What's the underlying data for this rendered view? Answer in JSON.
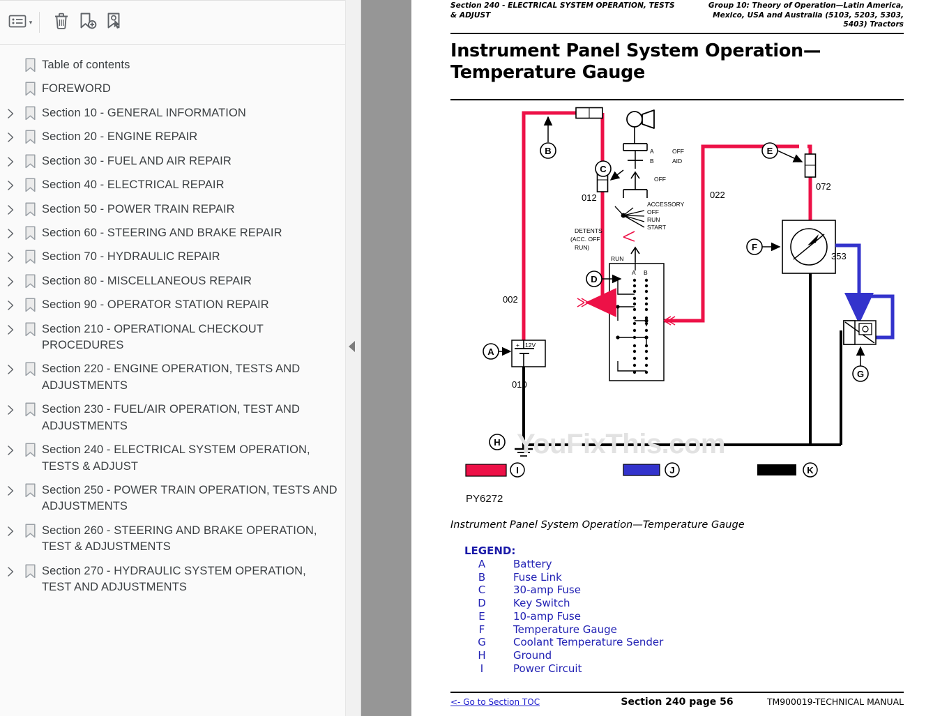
{
  "sidebar": {
    "toolbar": {
      "options_icon": "list-options-icon",
      "options_caret": "▾",
      "delete_icon": "trash-icon",
      "add_bookmark_icon": "bookmark-add-icon",
      "select_bookmark_icon": "bookmark-select-icon"
    },
    "items": [
      {
        "label": "Table of contents",
        "expandable": false
      },
      {
        "label": "FOREWORD",
        "expandable": false
      },
      {
        "label": "Section 10 - GENERAL INFORMATION",
        "expandable": true
      },
      {
        "label": "Section 20 - ENGINE REPAIR",
        "expandable": true
      },
      {
        "label": "Section 30 - FUEL AND AIR REPAIR",
        "expandable": true
      },
      {
        "label": "Section 40 - ELECTRICAL REPAIR",
        "expandable": true
      },
      {
        "label": "Section 50 - POWER TRAIN REPAIR",
        "expandable": true
      },
      {
        "label": "Section 60 - STEERING AND BRAKE REPAIR",
        "expandable": true
      },
      {
        "label": "Section 70 - HYDRAULIC REPAIR",
        "expandable": true
      },
      {
        "label": "Section 80 - MISCELLANEOUS REPAIR",
        "expandable": true
      },
      {
        "label": "Section 90 - OPERATOR STATION REPAIR",
        "expandable": true
      },
      {
        "label": "Section 210 - OPERATIONAL CHECKOUT PROCEDURES",
        "expandable": true
      },
      {
        "label": "Section 220 - ENGINE OPERATION, TESTS AND ADJUSTMENTS",
        "expandable": true
      },
      {
        "label": "Section 230 - FUEL/AIR OPERATION, TEST AND ADJUSTMENTS",
        "expandable": true
      },
      {
        "label": "Section 240 - ELECTRICAL SYSTEM OPERATION, TESTS & ADJUST",
        "expandable": true
      },
      {
        "label": "Section 250 - POWER TRAIN OPERATION, TESTS AND ADJUSTMENTS",
        "expandable": true
      },
      {
        "label": "Section 260 - STEERING AND BRAKE OPERATION, TEST & ADJUSTMENTS",
        "expandable": true
      },
      {
        "label": "Section 270 - HYDRAULIC SYSTEM OPERATION, TEST AND ADJUSTMENTS",
        "expandable": true
      }
    ]
  },
  "splitter": {
    "collapse_icon": "collapse-left-icon"
  },
  "page": {
    "running_head_left": "Section 240 - ELECTRICAL SYSTEM OPERATION, TESTS & ADJUST",
    "running_head_right": "Group 10: Theory of Operation—Latin America, Mexico, USA and Australia (5103, 5203, 5303, 5403) Tractors",
    "title": "Instrument Panel System Operation—Temperature Gauge",
    "figure_caption": "Instrument Panel System Operation—Temperature Gauge",
    "figure_number": "PY6272",
    "watermark": "YouFixThis.com",
    "footer": {
      "toc_link": "<- Go to Section TOC",
      "page_label": "Section 240 page 56",
      "manual_id": "TM900019-TECHNICAL MANUAL"
    }
  },
  "legend": {
    "title": "LEGEND:",
    "entries": [
      {
        "key": "A",
        "value": "Battery"
      },
      {
        "key": "B",
        "value": "Fuse Link"
      },
      {
        "key": "C",
        "value": "30-amp Fuse"
      },
      {
        "key": "D",
        "value": "Key Switch"
      },
      {
        "key": "E",
        "value": "10-amp Fuse"
      },
      {
        "key": "F",
        "value": "Temperature Gauge"
      },
      {
        "key": "G",
        "value": "Coolant Temperature Sender"
      },
      {
        "key": "H",
        "value": "Ground"
      },
      {
        "key": "I",
        "value": "Power Circuit"
      }
    ]
  },
  "diagram": {
    "colors": {
      "power_red": "#ED1147",
      "signal_blue": "#3333CC",
      "ground_black": "#000000"
    },
    "color_key": [
      {
        "swatch": "power_red",
        "key": "I"
      },
      {
        "swatch": "signal_blue",
        "key": "J"
      },
      {
        "swatch": "ground_black",
        "key": "K"
      }
    ],
    "callouts": [
      "A",
      "B",
      "C",
      "D",
      "E",
      "F",
      "G",
      "H"
    ],
    "wire_numbers": [
      "012",
      "022",
      "002",
      "010",
      "072",
      "353"
    ],
    "battery_label_plus": "+",
    "battery_label_volts": "12V",
    "key_switch": {
      "circuit_labels": [
        "A",
        "B"
      ],
      "positions": [
        "OFF",
        "AID",
        "OFF"
      ],
      "detent_list": [
        "ACCESSORY",
        "OFF",
        "RUN",
        "START"
      ],
      "detents_note": "DETENTS (ACC. OFF RUN)",
      "run_label": "RUN",
      "contact_cols": [
        "A",
        "B"
      ]
    }
  }
}
